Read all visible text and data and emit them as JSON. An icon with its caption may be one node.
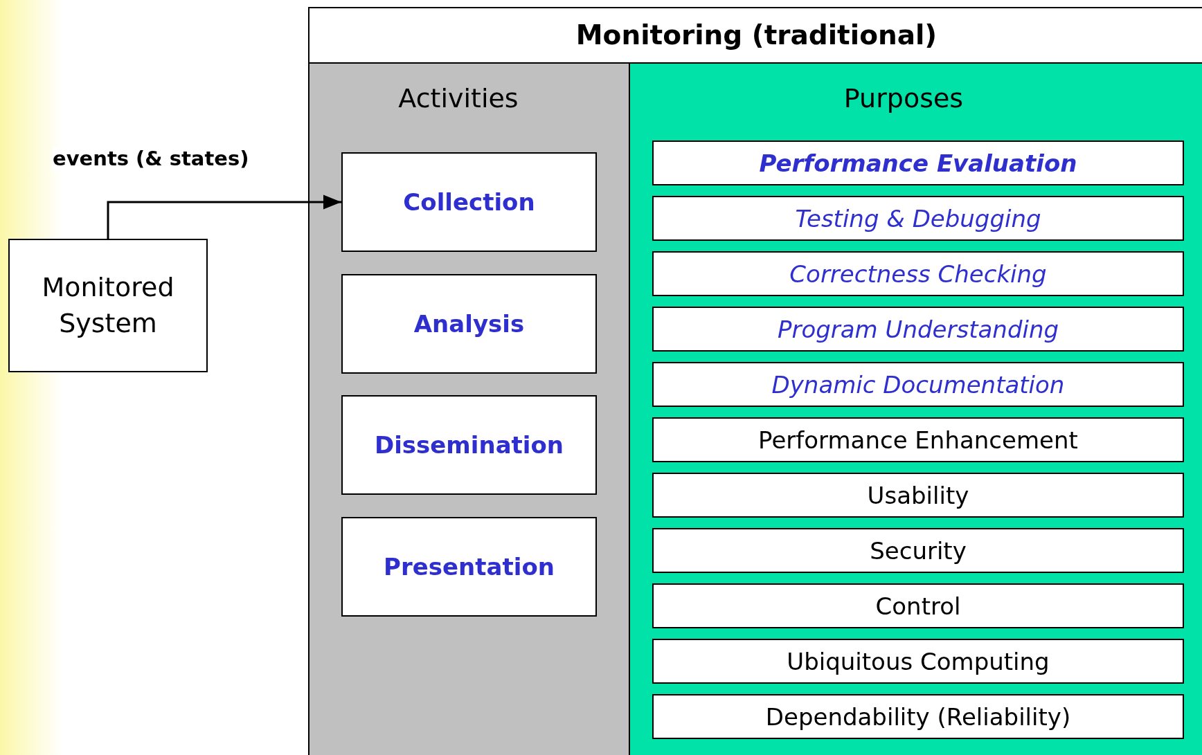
{
  "diagram": {
    "nodes": [
      {
        "text": [
          "Monitored System"
        ]
      },
      {
        "text": [
          "Monitoring (traditional)"
        ]
      },
      {
        "text": [
          "Activities"
        ],
        "in": 1
      },
      {
        "text": [
          "Purposes"
        ],
        "in": 1
      },
      {
        "text": [
          "Collection"
        ],
        "in": 2
      },
      {
        "text": [
          "Analysis"
        ],
        "in": 2
      },
      {
        "text": [
          "Dissemination"
        ],
        "in": 2
      },
      {
        "text": [
          "Presentation"
        ],
        "in": 2
      },
      {
        "text": [
          "Performance Evaluation"
        ],
        "in": 3
      },
      {
        "text": [
          "Testing & Debugging"
        ],
        "in": 3
      },
      {
        "text": [
          "Correctness Checking"
        ],
        "in": 3
      },
      {
        "text": [
          "Program Understanding"
        ],
        "in": 3
      },
      {
        "text": [
          "Dynamic Documentation"
        ],
        "in": 3
      },
      {
        "text": [
          "Performance Enhancement"
        ],
        "in": 3
      },
      {
        "text": [
          "Usability"
        ],
        "in": 3
      },
      {
        "text": [
          "Security"
        ],
        "in": 3
      },
      {
        "text": [
          "Control"
        ],
        "in": 3
      },
      {
        "text": [
          "Ubiquitous Computing"
        ],
        "in": 3
      },
      {
        "text": [
          "Dependability (Reliability)"
        ],
        "in": 3
      }
    ],
    "edges": [
      {
        "from": 0,
        "to": 4,
        "arrow": "to",
        "label": "events (& states)"
      }
    ]
  }
}
